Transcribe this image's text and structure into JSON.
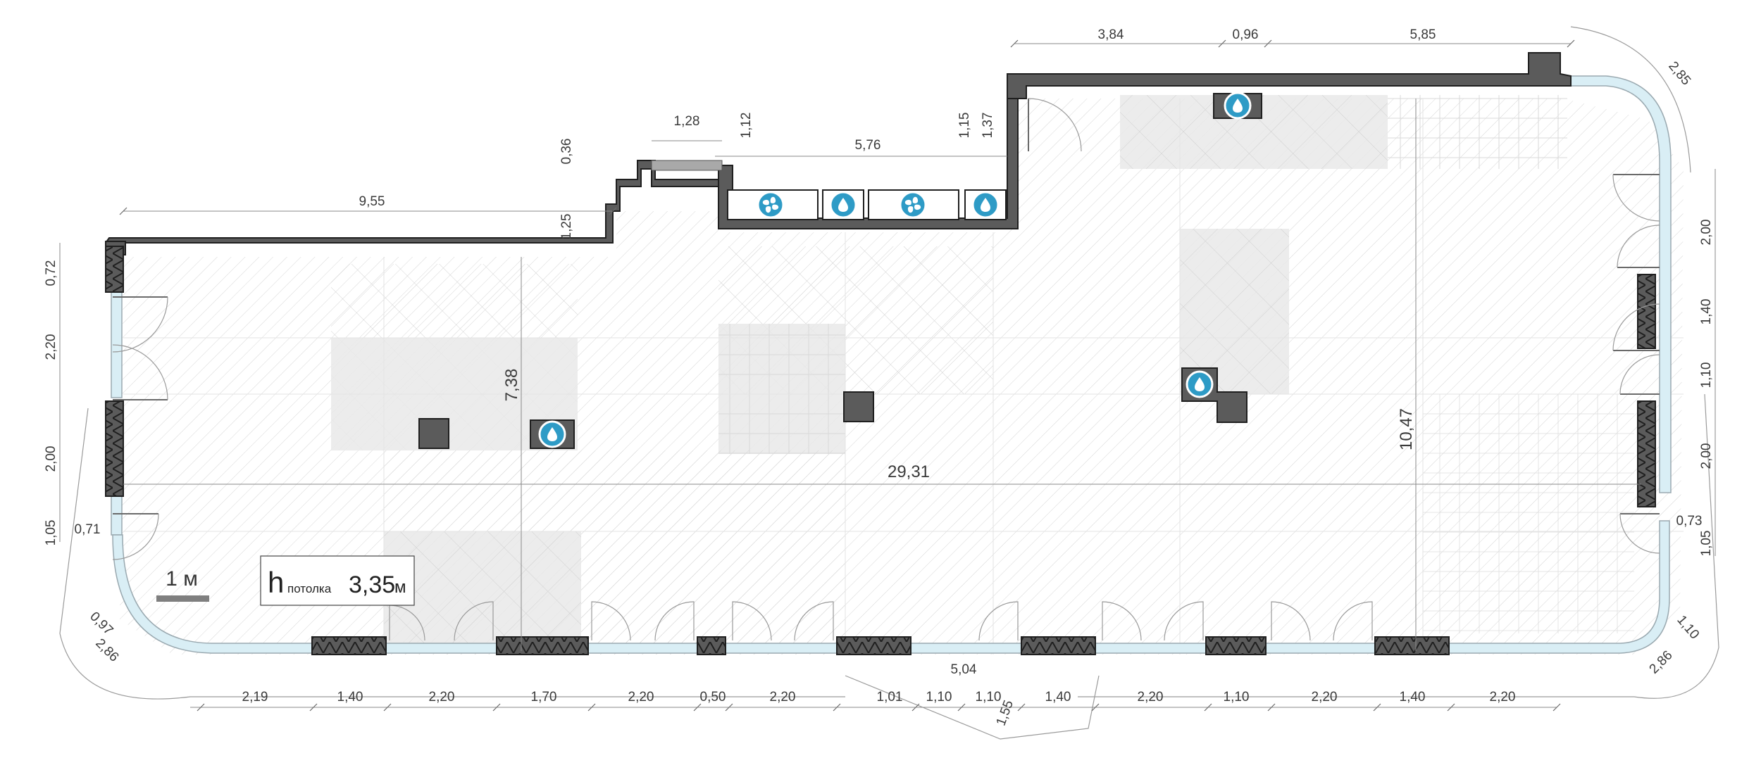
{
  "ceiling": {
    "h": "h",
    "word": "потолка",
    "value": "3,35",
    "unit": "м"
  },
  "scale_label": "1 м",
  "dims": {
    "top_384": "3,84",
    "top_096": "0,96",
    "top_585": "5,85",
    "corner_285": "2,85",
    "d128": "1,28",
    "d112": "1,12",
    "d576": "5,76",
    "d115": "1,15",
    "d137": "1,37",
    "d036": "0,36",
    "d955": "9,55",
    "d125": "1,25",
    "left_072": "0,72",
    "left_220": "2,20",
    "left_200": "2,00",
    "left_105": "1,05",
    "left_071": "0,71",
    "v738": "7,38",
    "v1047": "10,47",
    "h2931": "29,31",
    "right_200a": "2,00",
    "right_140": "1,40",
    "right_110": "1,10",
    "right_200b": "2,00",
    "right_073": "0,73",
    "right_105": "1,05",
    "bl_097": "0,97",
    "bl_286": "2,86",
    "br_110": "1,10",
    "br_286": "2,86",
    "mid_504": "5,04",
    "mid_155": "1,55",
    "bottom": [
      "2,19",
      "1,40",
      "2,20",
      "1,70",
      "2,20",
      "0,50",
      "2,20",
      "1,01",
      "1,10",
      "1,10",
      "1,40",
      "2,20",
      "1,10",
      "2,20",
      "1,40",
      "2,20"
    ]
  },
  "icons": {
    "fan": "fan-icon",
    "water": "water-drop-icon"
  }
}
